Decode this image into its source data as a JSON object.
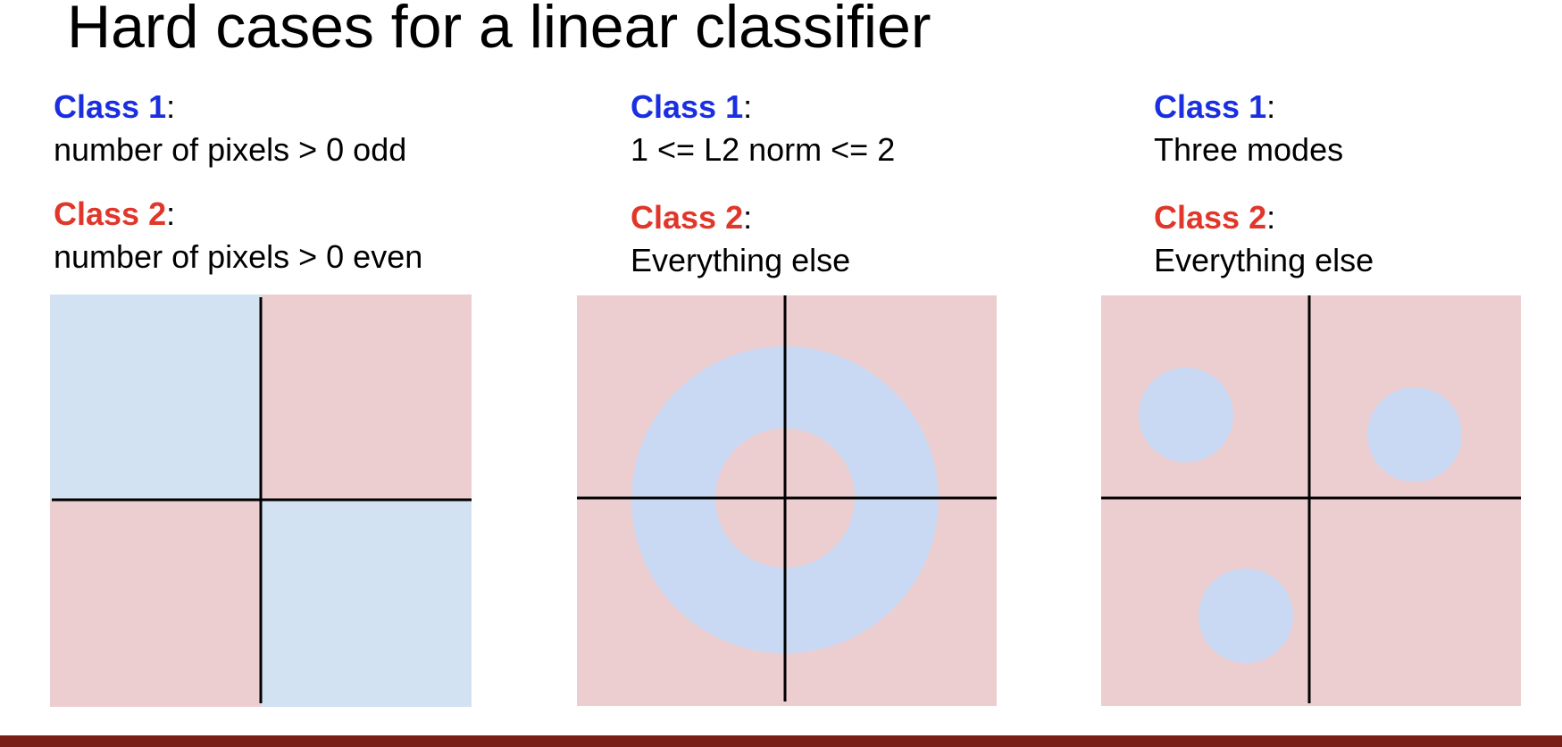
{
  "slide": {
    "title": "Hard cases for a linear classifier"
  },
  "colors": {
    "class1_label": "#1a2fe0",
    "class2_label": "#e0372a",
    "region_blue_light": "#d3e2f2",
    "region_blue": "#c9d9f3",
    "region_red": "#ecced1",
    "axis": "#000000",
    "footer": "#7a1f17"
  },
  "panels": [
    {
      "class1_label": "Class 1",
      "class1_desc": "number of pixels > 0 odd",
      "class2_label": "Class 2",
      "class2_desc": "number of pixels > 0 even"
    },
    {
      "class1_label": "Class 1",
      "class1_desc": "1 <= L2 norm <= 2",
      "class2_label": "Class 2",
      "class2_desc": "Everything else"
    },
    {
      "class1_label": "Class 1",
      "class1_desc": "Three modes",
      "class2_label": "Class 2",
      "class2_desc": "Everything else"
    }
  ],
  "colon": ":"
}
